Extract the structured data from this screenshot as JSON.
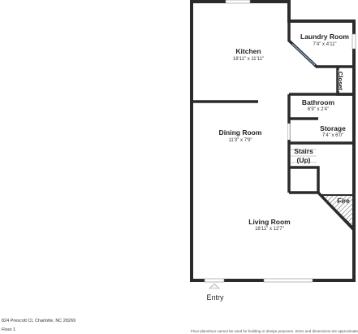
{
  "rooms": {
    "kitchen": {
      "name": "Kitchen",
      "dims": "18'11\" x 11'11\""
    },
    "laundry": {
      "name": "Laundry Room",
      "dims": "7'4\" x 4'11\""
    },
    "closet": {
      "name": "Closet"
    },
    "bathroom": {
      "name": "Bathroom",
      "dims": "6'9\" x 2'4\""
    },
    "storage": {
      "name": "Storage",
      "dims": "7'4\" x 6'0\""
    },
    "dining": {
      "name": "Dining Room",
      "dims": "11'3\" x 7'9\""
    },
    "stairs": {
      "line1": "Stairs",
      "line2": "(Up)"
    },
    "fire": {
      "name": "Fire"
    },
    "living": {
      "name": "Living Room",
      "dims": "18'11\" x 12'7\""
    }
  },
  "entry": {
    "label": "Entry"
  },
  "footer": {
    "address": "824 Prescott Ct, Charlotte, NC 28269",
    "floor": "Floor 1",
    "disclaimer": "Floor plans/tour cannot be used for building or design purposes. Sizes and dimensions are approximate"
  },
  "colors": {
    "wall": "#2b2b2b",
    "wall_inner": "#ffffff",
    "grid": "#cccccc"
  }
}
